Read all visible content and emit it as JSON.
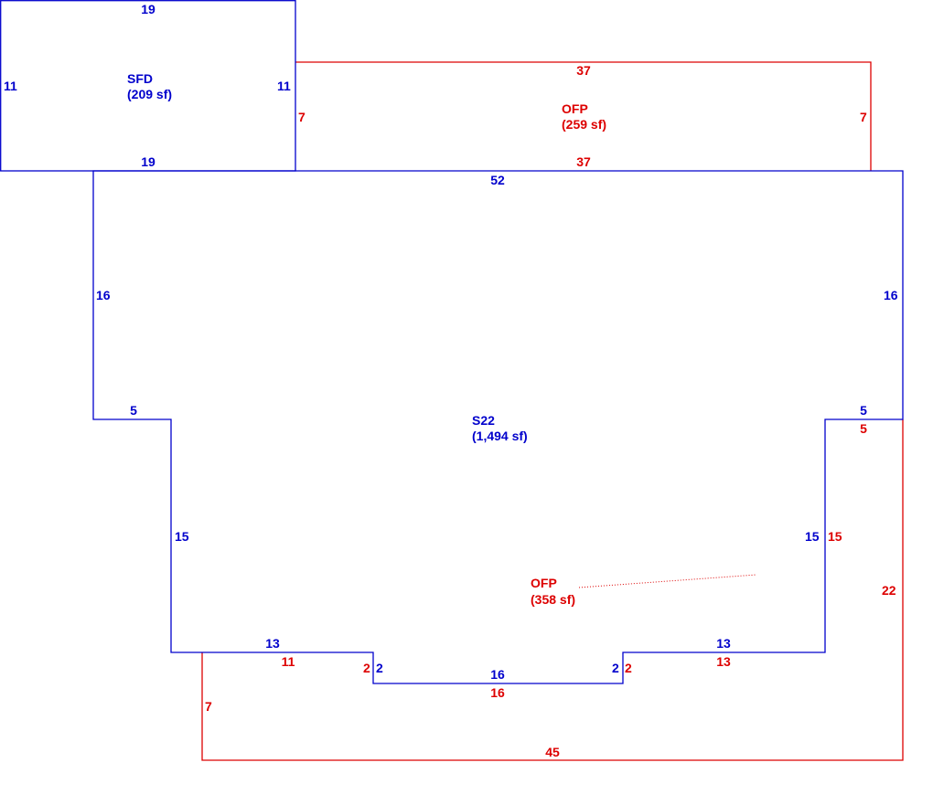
{
  "colors": {
    "living": "#0000cc",
    "porch": "#dd0000"
  },
  "areas": {
    "sfd": {
      "code": "SFD",
      "area": "(209 sf)"
    },
    "ofp_top": {
      "code": "OFP",
      "area": "(259 sf)"
    },
    "s22": {
      "code": "S22",
      "area": "(1,494 sf)"
    },
    "ofp_bottom": {
      "code": "OFP",
      "area": "(358 sf)"
    }
  },
  "dims": {
    "sfd_top": "19",
    "sfd_bottom": "19",
    "sfd_left": "11",
    "sfd_right": "11",
    "ofp_top_top": "37",
    "ofp_top_bottom": "37",
    "ofp_top_left": "7",
    "ofp_top_right": "7",
    "s22_top": "52",
    "s22_left": "16",
    "s22_right": "16",
    "s22_left_step": "5",
    "s22_right_step": "5",
    "s22_left_lower": "15",
    "s22_right_lower": "15",
    "s22_bottom_left": "13",
    "s22_bottom_right": "13",
    "s22_notch_left": "2",
    "s22_notch_right": "2",
    "s22_notch_bottom": "16",
    "ofp_b_right_step": "5",
    "ofp_b_inner_right": "15",
    "ofp_b_right": "22",
    "ofp_b_left_top": "11",
    "ofp_b_right_top": "13",
    "ofp_b_notch_left": "2",
    "ofp_b_notch_right": "2",
    "ofp_b_notch_bottom": "16",
    "ofp_b_left": "7",
    "ofp_b_bottom": "45"
  }
}
